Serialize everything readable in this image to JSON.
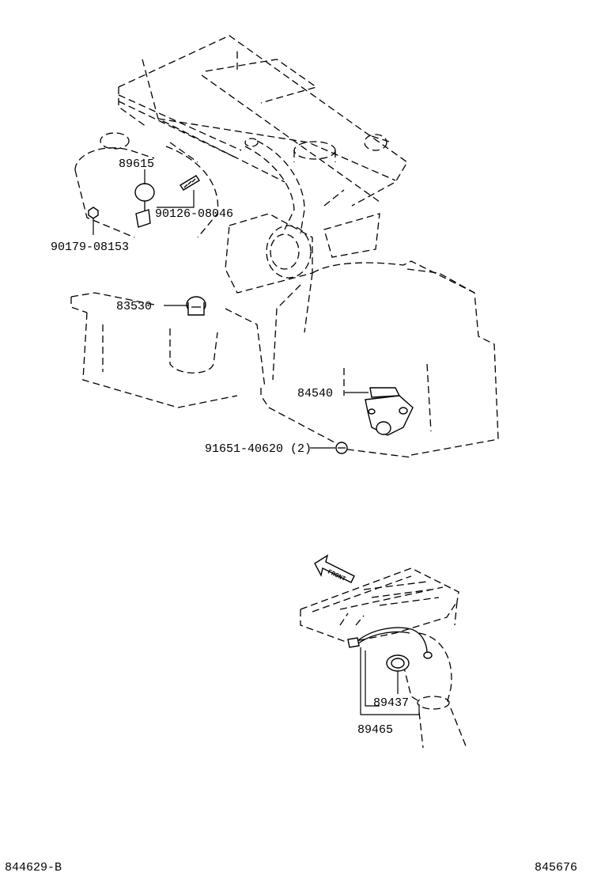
{
  "callouts": {
    "p89615": "89615",
    "p90126": "90126-08046",
    "p90179": "90179-08153",
    "p83530": "83530",
    "p84540": "84540",
    "p91651": "91651-40620 (2)",
    "p89437": "89437",
    "p89465": "89465"
  },
  "front_arrow": {
    "label": "FRONT"
  },
  "footer": {
    "left_code": "844629-B",
    "right_code": "845676"
  }
}
